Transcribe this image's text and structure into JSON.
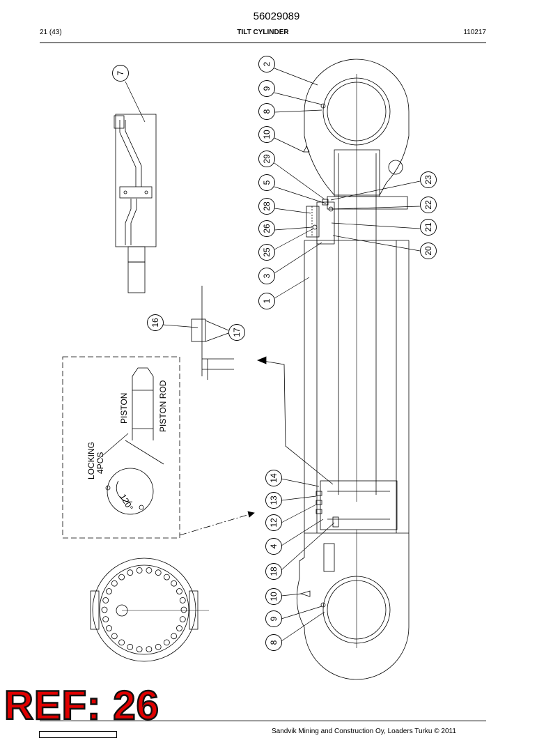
{
  "header": {
    "document_number": "56029089",
    "page": "21 (43)",
    "title": "TILT CYLINDER",
    "date_code": "110217"
  },
  "callouts": [
    "2",
    "9",
    "8",
    "10",
    "29",
    "5",
    "28",
    "26",
    "25",
    "3",
    "1",
    "23",
    "22",
    "21",
    "20",
    "16",
    "17",
    "14",
    "13",
    "12",
    "4",
    "18",
    "10",
    "9",
    "8",
    "7"
  ],
  "detail_labels": {
    "piston": "PISTON",
    "piston_rod": "PISTON ROD",
    "locking": "LOCKING",
    "locking_qty": "4PCS",
    "angle": "120°"
  },
  "stamp": "REF: 26",
  "footer": {
    "copyright": "Sandvik Mining and Construction Oy, Loaders Turku © 2011"
  }
}
